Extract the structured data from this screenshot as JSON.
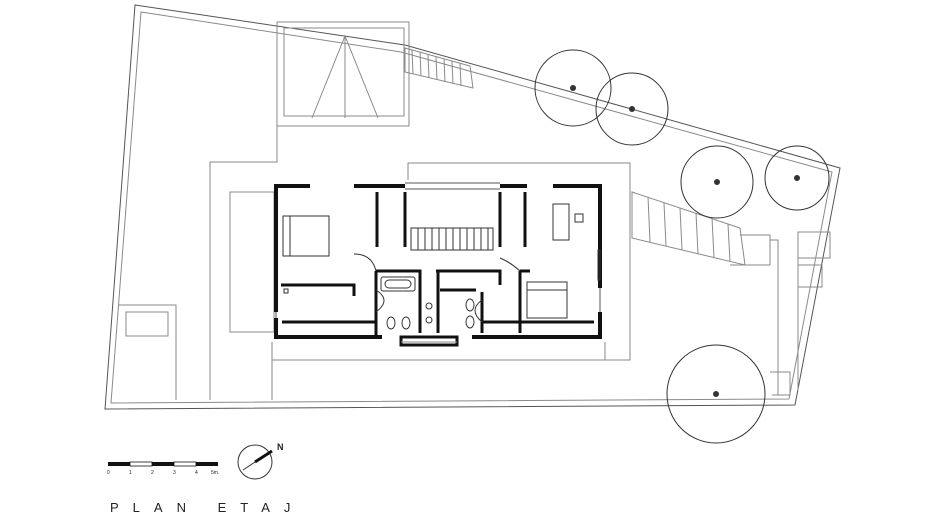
{
  "title": "PLAN ETAJ",
  "scale_bar": {
    "ticks": [
      "0",
      "1",
      "2",
      "3",
      "4",
      "5m."
    ],
    "unit": "m"
  },
  "north_label": "N",
  "trees": [
    {
      "name": "tree-1"
    },
    {
      "name": "tree-2"
    },
    {
      "name": "tree-3"
    },
    {
      "name": "tree-4"
    },
    {
      "name": "tree-5"
    }
  ],
  "colors": {
    "walls": "#111111",
    "lines": "#8a8a8a",
    "background": "#ffffff"
  }
}
